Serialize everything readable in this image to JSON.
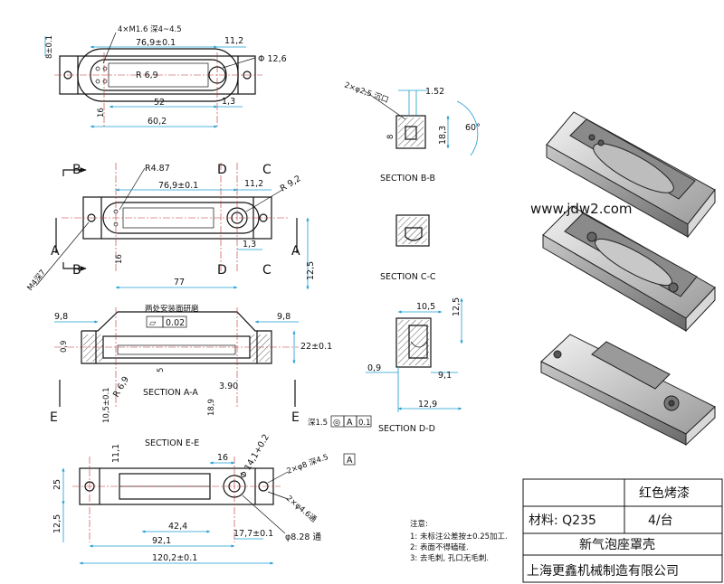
{
  "top_view": {
    "callout_holes": "4×M1.6 深4~4.5",
    "dim_8": "8±0.1",
    "dim_length": "76,9±0.1",
    "dim_11_2": "11,2",
    "dim_dia": "Φ 12,6",
    "dim_r69": "R 6,9",
    "dim_52": "52",
    "dim_13": "1,3",
    "dim_602": "60,2",
    "dim_16": "16"
  },
  "plan_view": {
    "label_b": "B",
    "label_d": "D",
    "label_c": "C",
    "label_a": "A",
    "dim_r487": "R4.87",
    "dim_length": "76,9±0.1",
    "dim_11_2": "11,2",
    "dim_r92": "R 9,2",
    "dim_13": "1,3",
    "dim_16": "16",
    "dim_77": "77",
    "dim_125": "12,5",
    "m4_label": "M4深7"
  },
  "section_aa": {
    "note": "两处安装面研磨",
    "flatness_symbol": "▱",
    "flatness_value": "0.02",
    "dim_98_left": "9,8",
    "dim_98_right": "9,8",
    "dim_09": "0,9",
    "dim_22": "22±0.1",
    "dim_5": "5",
    "dim_r69": "R 6,9",
    "dim_105": "10,5±0.1",
    "dim_189": "18,9",
    "dim_390": "3.90",
    "title": "SECTION A-A",
    "label_e": "E"
  },
  "section_bb": {
    "dim_152": "1.52",
    "callout": "2×φ2,5 沉口",
    "dim_8": "8",
    "dim_183": "18,3",
    "angle": "60°",
    "title": "SECTION B-B"
  },
  "section_cc": {
    "title": "SECTION C-C"
  },
  "section_dd": {
    "dim_105": "10,5",
    "dim_125": "12,5",
    "dim_09": "0,9",
    "dim_91": "9,1",
    "dim_129": "12,9",
    "title": "SECTION D-D"
  },
  "section_ee": {
    "title": "SECTION E-E",
    "dim_dia": "Φ 14,1+0.2",
    "depth": "深1.5",
    "position_symbol": "◎",
    "datum_a": "A",
    "tolerance": "0.1",
    "datum_box": "A",
    "dim_16": "16",
    "dim_111": "11,1",
    "dim_25": "25",
    "dim_125": "12,5",
    "callout_dia8": "2×φ8  深4.5",
    "callout_dia46": "2×φ4.6通",
    "dim_424": "42,4",
    "dim_921": "92,1",
    "dim_177": "17,7±0.1",
    "dim_828": "φ8.28 通",
    "dim_1202": "120,2±0.1"
  },
  "notes": {
    "heading": "注意:",
    "lines": [
      "1: 未标注公差按±0.25加工.",
      "2: 表面不得磕碰.",
      "3: 去毛刺, 孔口无毛刺."
    ]
  },
  "watermark": "www.jdw2.com",
  "title_block": {
    "finish": "红色烤漆",
    "material": "材料:  Q235",
    "quantity": "4/台",
    "part_name": "新气泡座罩壳",
    "company": "上海更鑫机械制造有限公司"
  },
  "colors": {
    "line": "#111111",
    "dimension": "#1a9bd1",
    "centerline": "#c03030",
    "watermark": "#ff6a00"
  }
}
